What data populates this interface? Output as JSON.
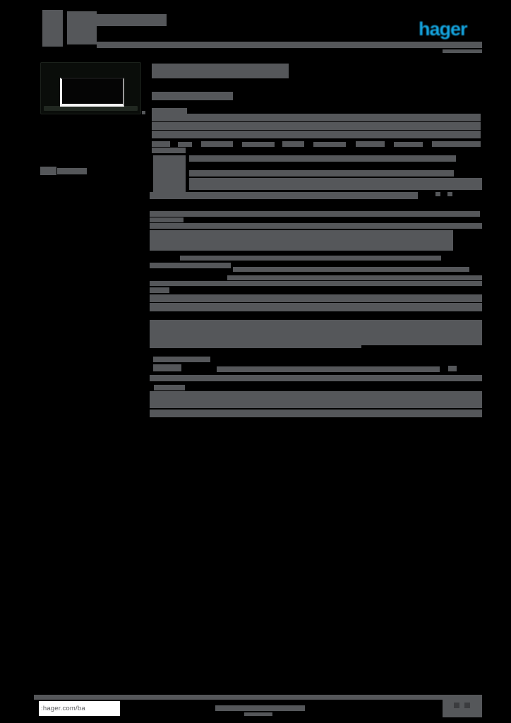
{
  "header": {
    "logo_text": "hager"
  },
  "footer": {
    "website": ":hager.com/ba"
  },
  "colors": {
    "background": "#000000",
    "text_bar_gray": "#55575a",
    "logo_blue": "#14a5e0",
    "footer_box_white": "#ffffff",
    "page_glyph_dark": "#3b3c3f",
    "product_frame_black": "#0a0d0a",
    "product_opening_highlight": "#f7f7f7"
  },
  "bars": {
    "groups": [
      {
        "name": "header-text-block",
        "items": [
          [
            60,
            14,
            29,
            52
          ],
          [
            95,
            16,
            42,
            47
          ],
          [
            137,
            20,
            99,
            17
          ]
        ]
      },
      {
        "name": "header-rule",
        "items": [
          [
            137,
            59,
            546,
            9
          ]
        ]
      },
      {
        "name": "brand-underline-bar",
        "items": [
          [
            627,
            70,
            56,
            5
          ]
        ]
      },
      {
        "name": "product-caption-bar",
        "items": [
          [
            57,
            236,
            23,
            12
          ],
          [
            81,
            238,
            42,
            9
          ]
        ]
      },
      {
        "name": "spec-text-bar",
        "items": [
          [
            215,
            90,
            194,
            21
          ],
          [
            215,
            130,
            115,
            12
          ],
          [
            215,
            153,
            50,
            8
          ],
          [
            215,
            161,
            466,
            11
          ],
          [
            215,
            173,
            466,
            11
          ],
          [
            215,
            185,
            466,
            11
          ],
          [
            215,
            200,
            26,
            8
          ],
          [
            252,
            201,
            20,
            7
          ],
          [
            285,
            200,
            45,
            8
          ],
          [
            343,
            201,
            46,
            7
          ],
          [
            400,
            200,
            31,
            8
          ],
          [
            444,
            201,
            46,
            7
          ],
          [
            504,
            200,
            41,
            8
          ],
          [
            558,
            201,
            41,
            7
          ],
          [
            612,
            200,
            69,
            8
          ],
          [
            215,
            209,
            48,
            8
          ],
          [
            217,
            220,
            46,
            60
          ],
          [
            268,
            220,
            378,
            9
          ],
          [
            268,
            241,
            375,
            9
          ],
          [
            268,
            252,
            415,
            17
          ],
          [
            212,
            272,
            380,
            10
          ],
          [
            617,
            272,
            7,
            6
          ],
          [
            634,
            272,
            7,
            6
          ],
          [
            212,
            299,
            468,
            8
          ],
          [
            212,
            308,
            48,
            7
          ],
          [
            212,
            316,
            471,
            8
          ],
          [
            212,
            326,
            430,
            29
          ],
          [
            255,
            362,
            370,
            7
          ],
          [
            212,
            372,
            115,
            8
          ],
          [
            330,
            378,
            335,
            7
          ],
          [
            322,
            390,
            361,
            7
          ],
          [
            212,
            398,
            471,
            7
          ],
          [
            212,
            407,
            28,
            8
          ],
          [
            212,
            417,
            471,
            11
          ],
          [
            212,
            429,
            471,
            12
          ],
          [
            212,
            453,
            471,
            36
          ],
          [
            212,
            489,
            300,
            4
          ],
          [
            217,
            505,
            81,
            8
          ],
          [
            217,
            516,
            40,
            10
          ],
          [
            307,
            519,
            316,
            8
          ],
          [
            635,
            518,
            12,
            8
          ],
          [
            212,
            531,
            471,
            9
          ],
          [
            218,
            545,
            44,
            8
          ],
          [
            212,
            554,
            471,
            24
          ],
          [
            212,
            580,
            471,
            11
          ]
        ]
      },
      {
        "name": "footer-rule",
        "items": [
          [
            48,
            984,
            635,
            7
          ]
        ]
      },
      {
        "name": "footer-text-bar",
        "items": [
          [
            305,
            999,
            127,
            8
          ],
          [
            346,
            1009,
            40,
            5
          ]
        ]
      }
    ]
  }
}
